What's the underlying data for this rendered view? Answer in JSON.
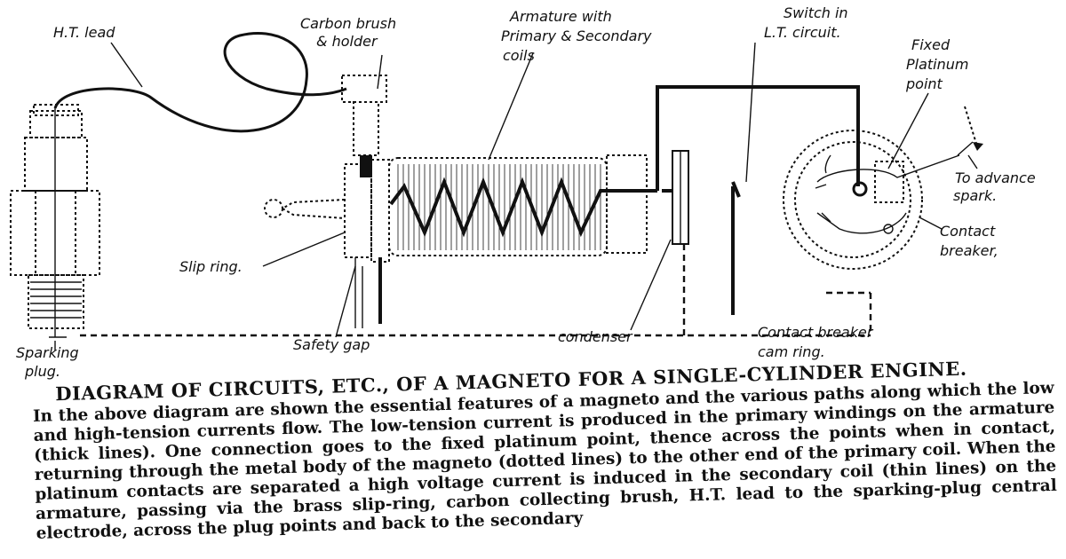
{
  "labels": {
    "ht_lead": "H.T. lead",
    "carbon_brush": [
      "Carbon brush",
      "& holder"
    ],
    "armature": [
      "Armature with",
      "Primary & Secondary",
      "coils"
    ],
    "switch": [
      "Switch in",
      "L.T. circuit."
    ],
    "fixed_point": [
      "Fixed",
      "Platinum",
      "point"
    ],
    "advance": [
      "To advance",
      "spark."
    ],
    "contact_breaker": [
      "Contact",
      "breaker,"
    ],
    "slip_ring": "Slip ring.",
    "sparking_plug": [
      "Sparking",
      "plug."
    ],
    "safety_gap": "Safety gap",
    "condenser": "condenser",
    "cam_ring": [
      "Contact breaker",
      "cam ring."
    ]
  },
  "caption": {
    "title": "DIAGRAM OF CIRCUITS, ETC., OF A MAGNETO FOR A SINGLE-CYLINDER ENGINE.",
    "body": "In the above diagram are shown the essential features of a magneto and the various paths along which the low and high-tension currents flow. The low-tension current is produced in the primary windings on the armature (thick lines). One connection goes to the fixed platinum point, thence across the points when in contact, returning through the metal body of the magneto (dotted lines) to the other end of the primary coil. When the platinum contacts are separated a high voltage current is induced in the secondary coil (thin lines) on the armature, passing via the brass slip-ring, carbon collecting brush, H.T. lead to the sparking-plug central electrode, across the plug points and back to the secondary"
  }
}
